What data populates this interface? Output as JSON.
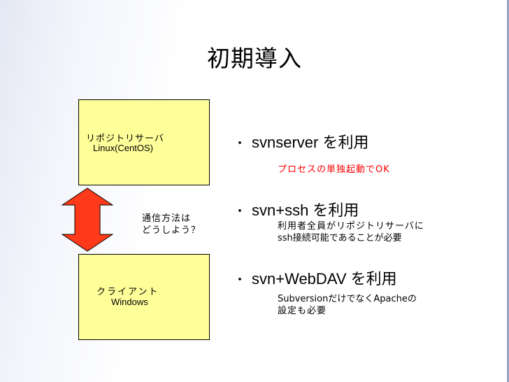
{
  "slide": {
    "title": "初期導入",
    "server_box": {
      "line1": "リポジトリサーバ",
      "line2": "Linux(CentOS)"
    },
    "client_box": {
      "line1": "クライアント",
      "line2": "Windows"
    },
    "question": {
      "line1": "通信方法は",
      "line2": "どうしよう？"
    },
    "bullets": [
      {
        "dot": "・",
        "text": "svnserver を利用",
        "notes": [
          "プロセスの単独起動でOK"
        ]
      },
      {
        "dot": "・",
        "text": "svn+ssh を利用",
        "notes": [
          "利用者全員がリポジトリサーバに",
          "ssh接続可能であることが必要"
        ]
      },
      {
        "dot": "・",
        "text": "svn+WebDAV を利用",
        "notes": [
          "SubversionだけでなくApacheの",
          "設定も必要"
        ]
      }
    ]
  },
  "colors": {
    "box_fill": "#ffff9a",
    "arrow_fill": "#ff3a1a",
    "note_red": "#ff0000"
  },
  "icons": {
    "connection_arrow": "double-headed-vertical-arrow"
  }
}
